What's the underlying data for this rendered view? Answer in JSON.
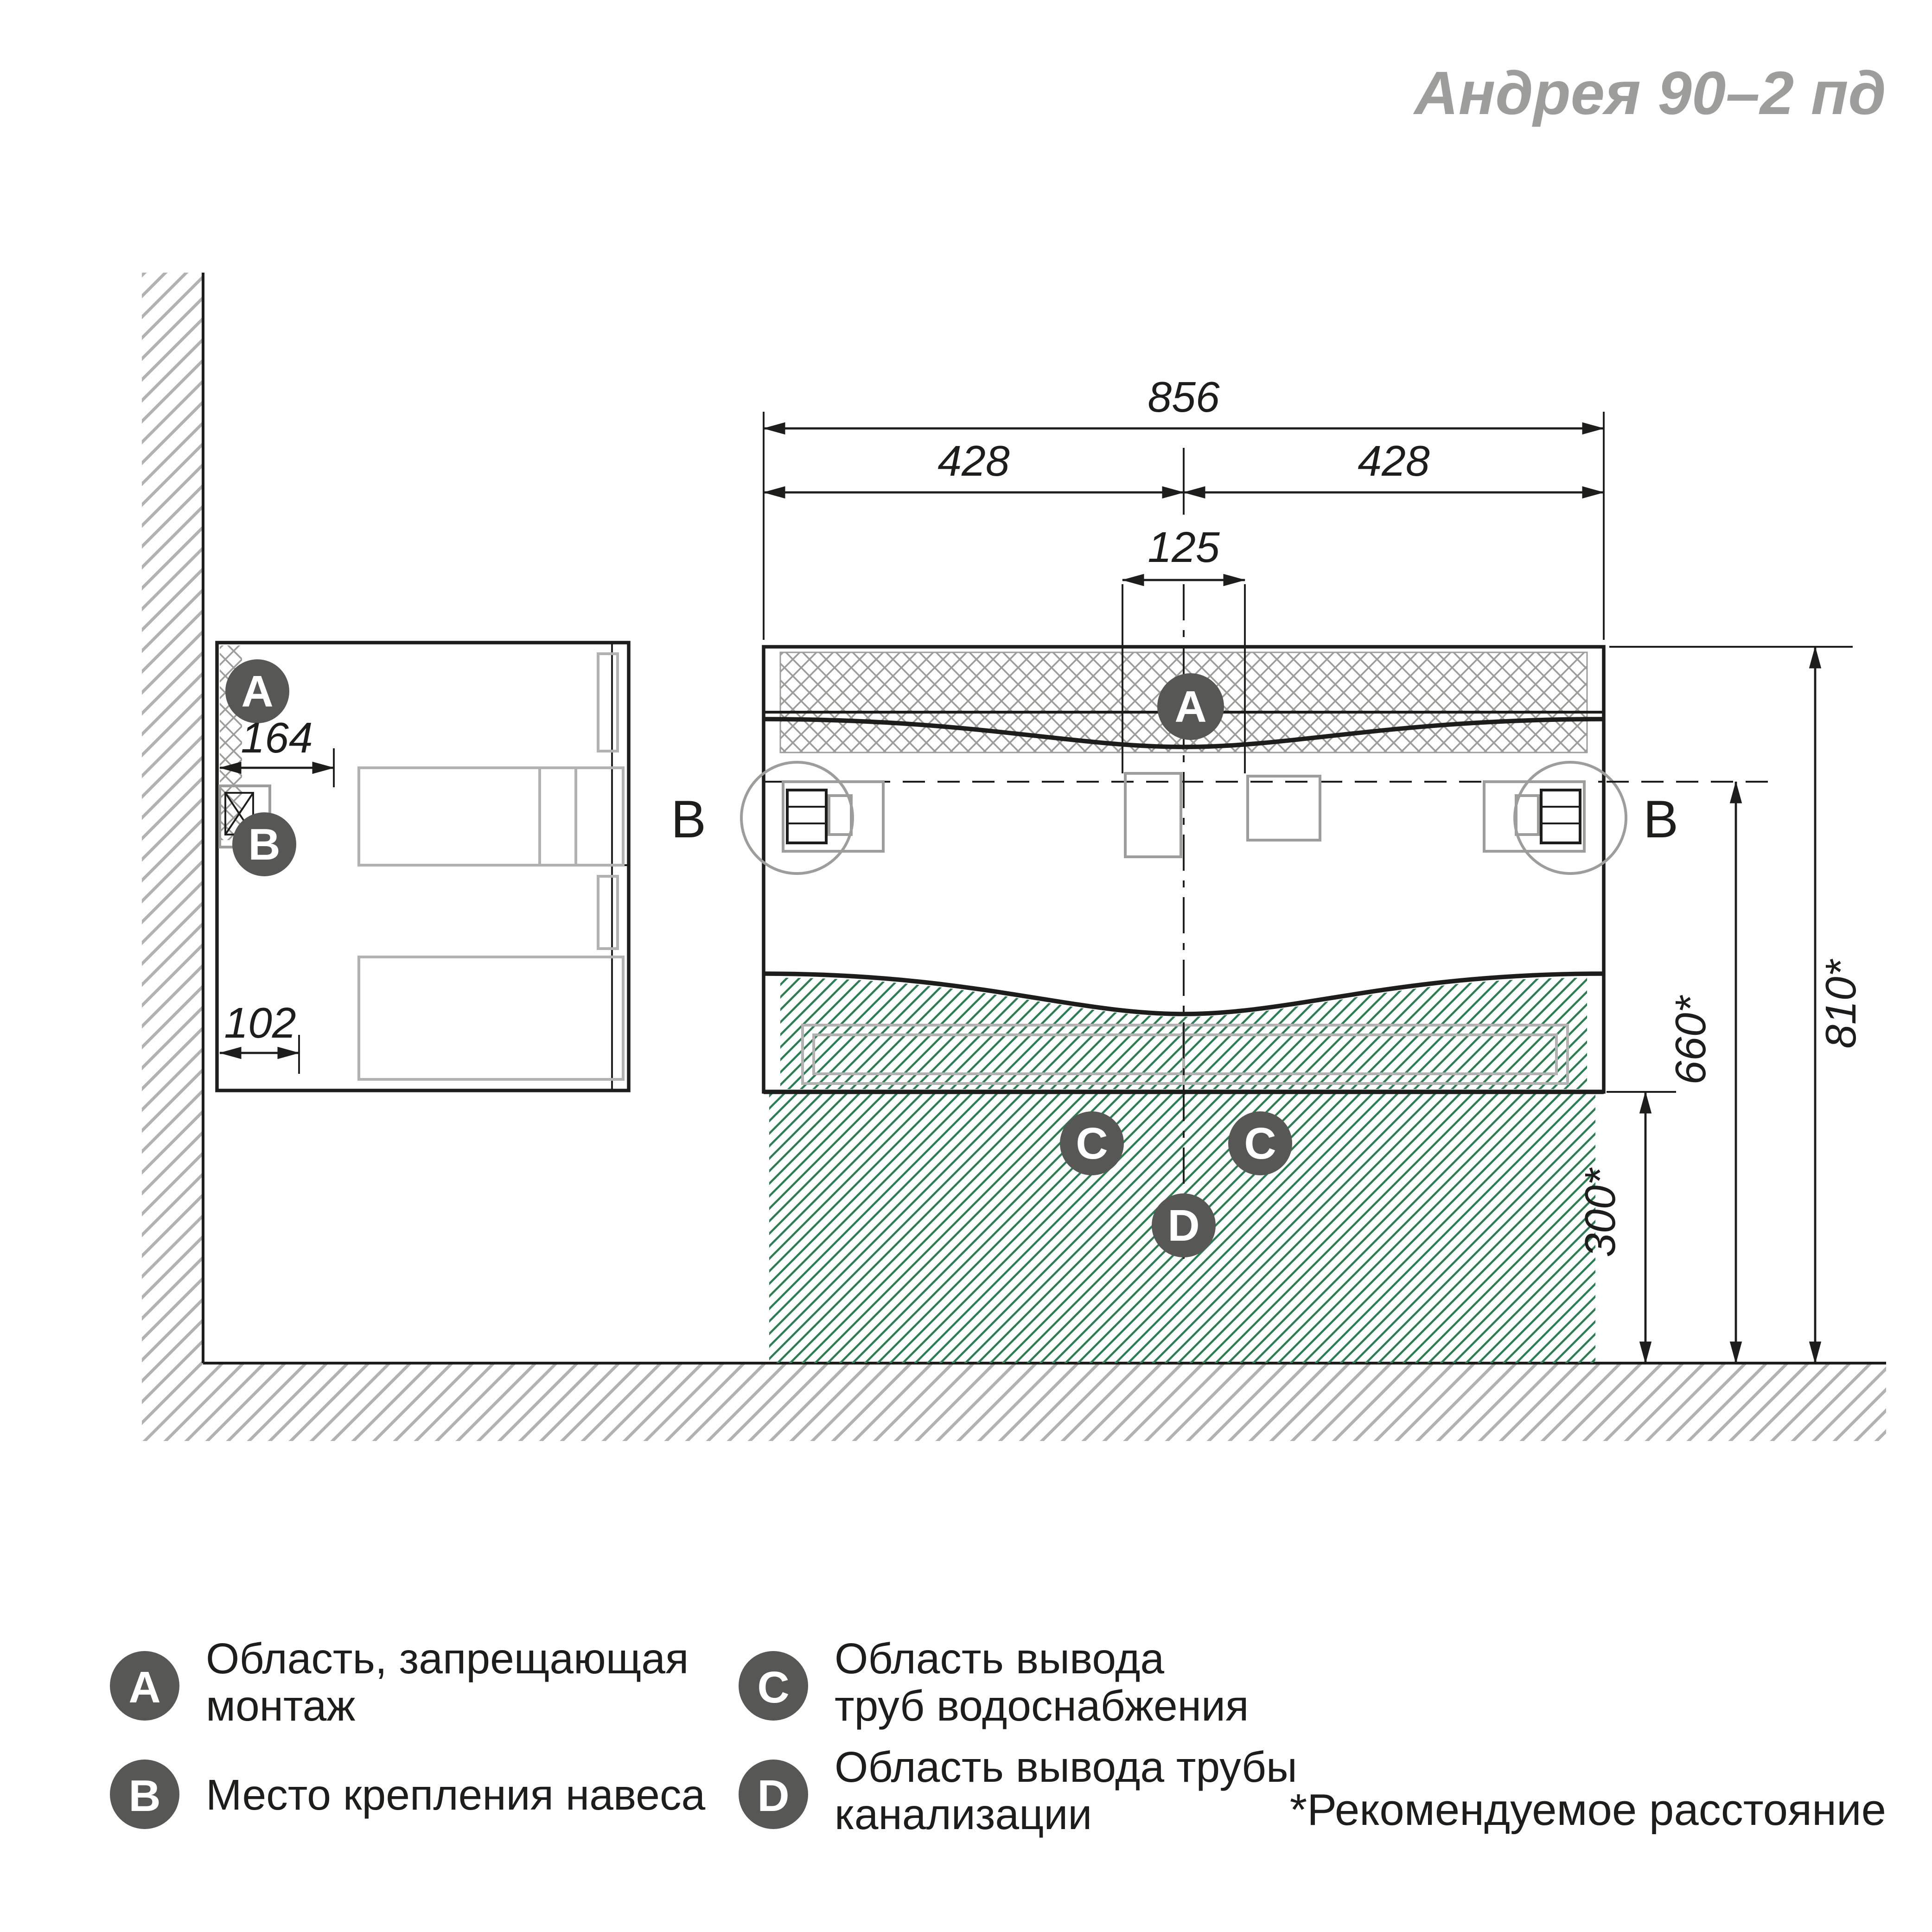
{
  "title": "Андрея 90–2 пд",
  "dims": {
    "total_width": "856",
    "half_left": "428",
    "half_right": "428",
    "center_offset": "125",
    "side_depth": "164",
    "side_bottom": "102",
    "h_total": "810*",
    "h_mount": "660*",
    "h_clearance": "300*"
  },
  "markers": {
    "a": "A",
    "b": "B",
    "c": "C",
    "d": "D"
  },
  "legend": [
    {
      "letter": "A",
      "lines": [
        "Область, запрещающая",
        "монтаж"
      ]
    },
    {
      "letter": "B",
      "lines": [
        "Место крепления навеса"
      ]
    },
    {
      "letter": "C",
      "lines": [
        "Область вывода",
        "труб водоснабжения"
      ]
    },
    {
      "letter": "D",
      "lines": [
        "Область вывода трубы",
        "канализации"
      ]
    }
  ],
  "footnote": "*Рекомендуемое расстояние",
  "colors": {
    "line": "#1d1d1b",
    "light_gray": "#b2b2b2",
    "mid_gray": "#9d9d9c",
    "marker_fill": "#575756",
    "green_hatch": "#2f7b53",
    "title_gray": "#9d9d9c"
  }
}
